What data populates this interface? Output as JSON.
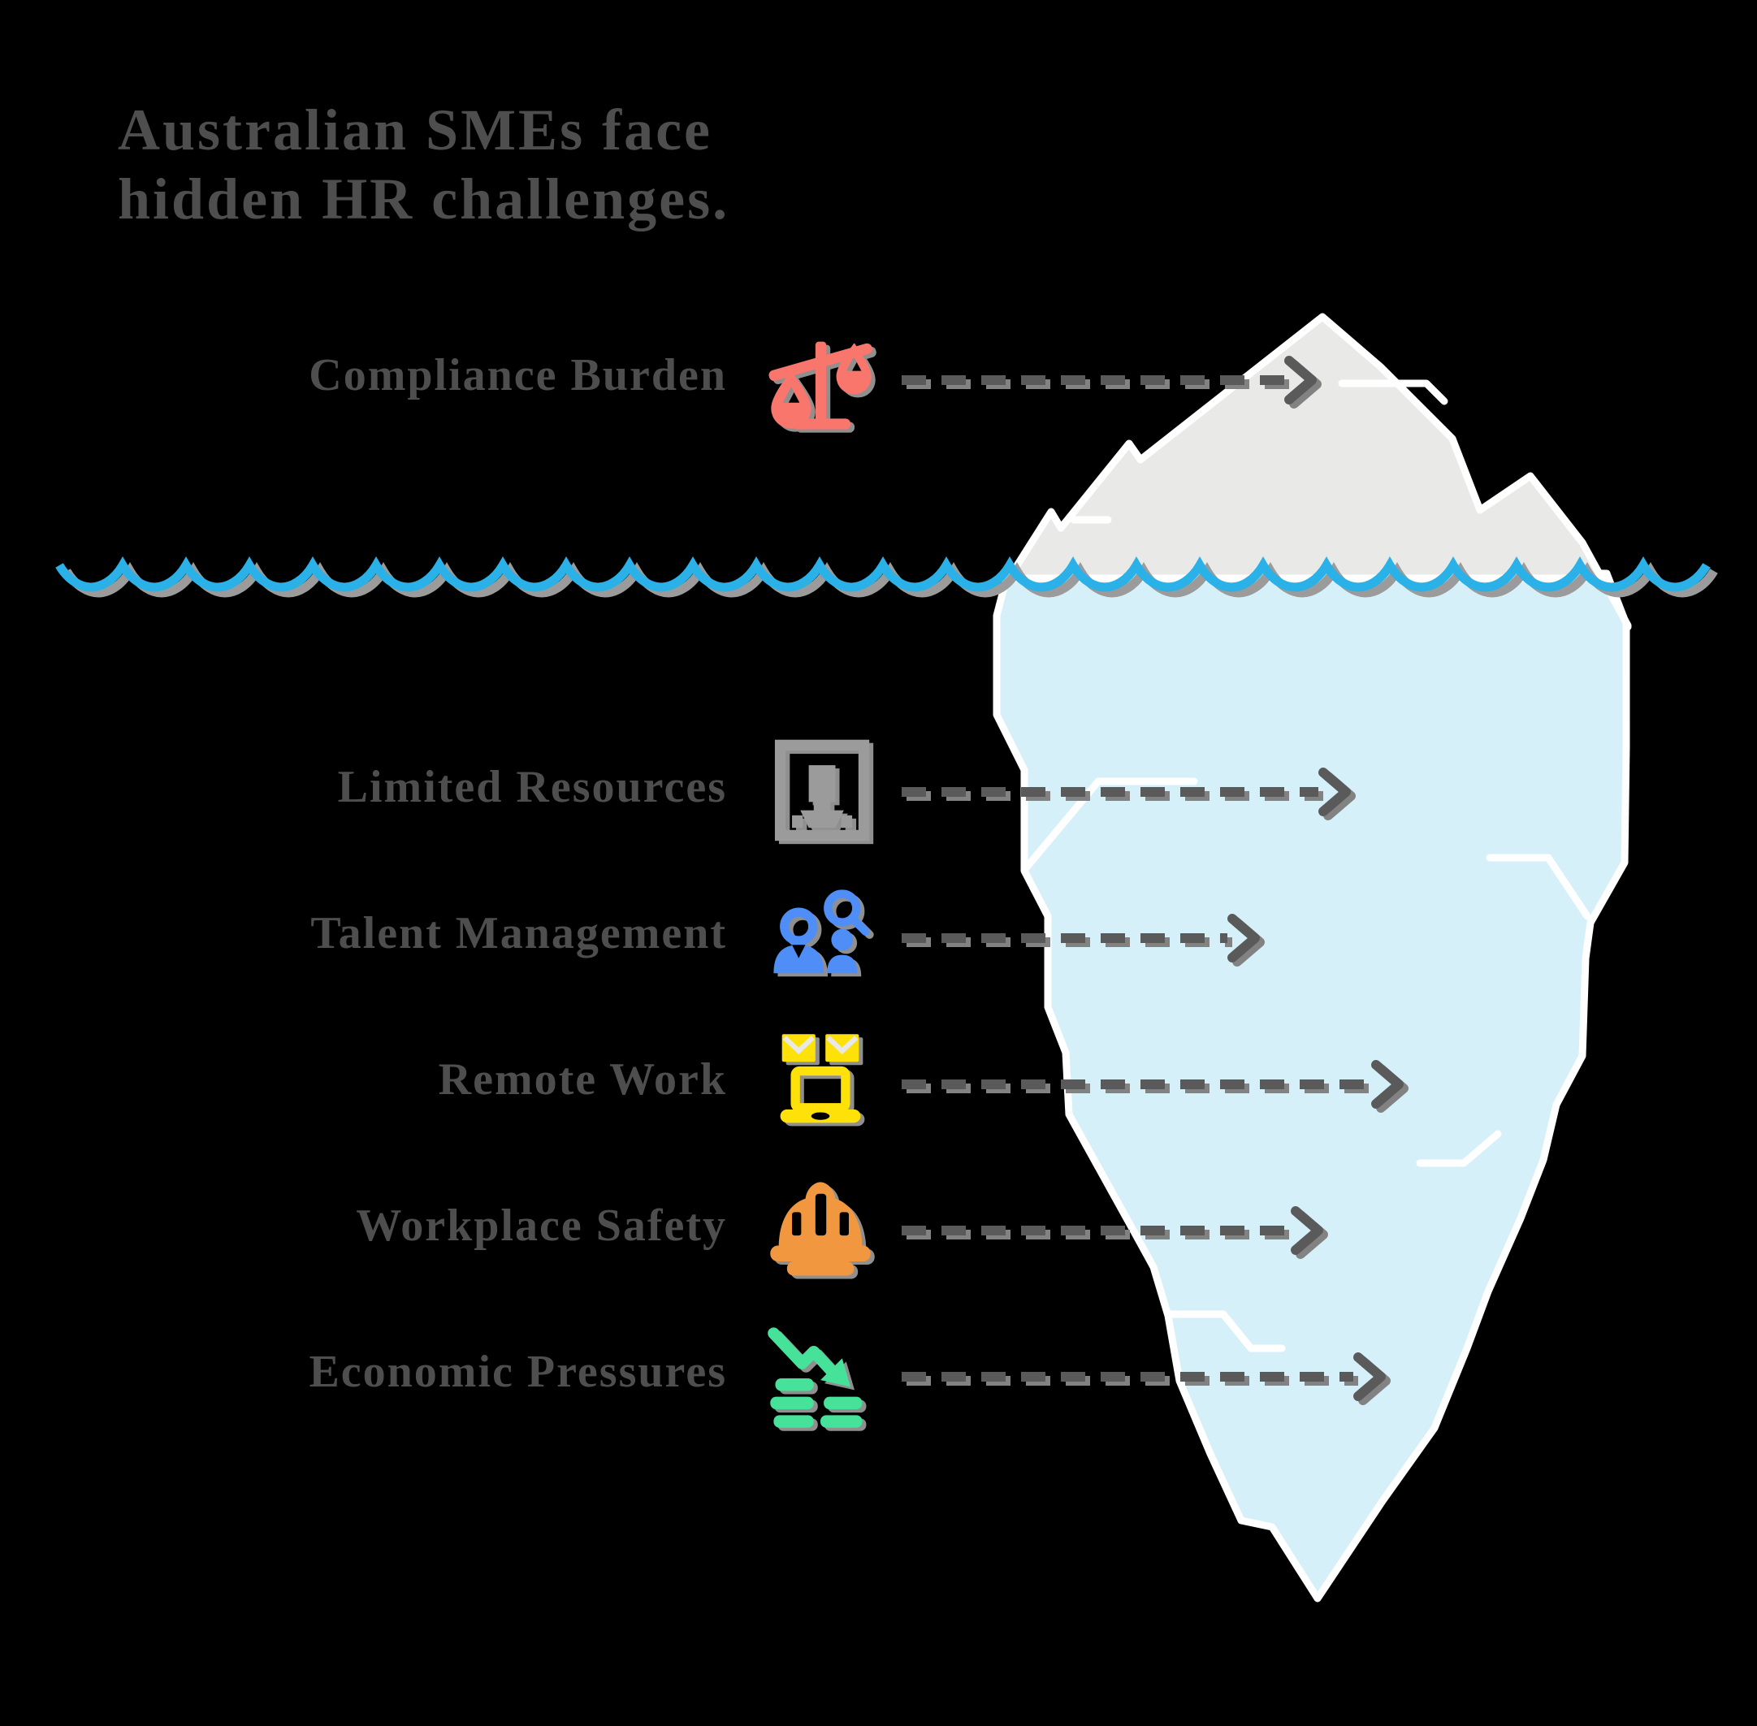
{
  "title": {
    "line1": "Australian SMEs face",
    "line2": "hidden HR challenges."
  },
  "rows": [
    {
      "label": "Compliance Burden",
      "icon": "scales-icon",
      "icon_color": "#F8766C",
      "position": "above-waterline"
    },
    {
      "label": "Limited Resources",
      "icon": "resources-box-icon",
      "icon_color": "#9B9B9B",
      "position": "below-waterline"
    },
    {
      "label": "Talent Management",
      "icon": "people-search-icon",
      "icon_color": "#4E8EF6",
      "position": "below-waterline"
    },
    {
      "label": "Remote Work",
      "icon": "laptop-mail-icon",
      "icon_color": "#FFE10A",
      "position": "below-waterline"
    },
    {
      "label": "Workplace Safety",
      "icon": "hard-hat-icon",
      "icon_color": "#F0973F",
      "position": "below-waterline"
    },
    {
      "label": "Economic Pressures",
      "icon": "declining-chart-icon",
      "icon_color": "#47E29A",
      "position": "below-waterline"
    }
  ],
  "colors": {
    "background": "#000000",
    "text": "#4E4E4E",
    "iceberg_above_water": "#E9E9E8",
    "iceberg_below_water": "#D6F0FA",
    "iceberg_outline": "#FFFFFF",
    "waterline": "#2AB1E8",
    "waterline_shadow": "#9B9B9B",
    "arrow": "#5A5A5A"
  }
}
